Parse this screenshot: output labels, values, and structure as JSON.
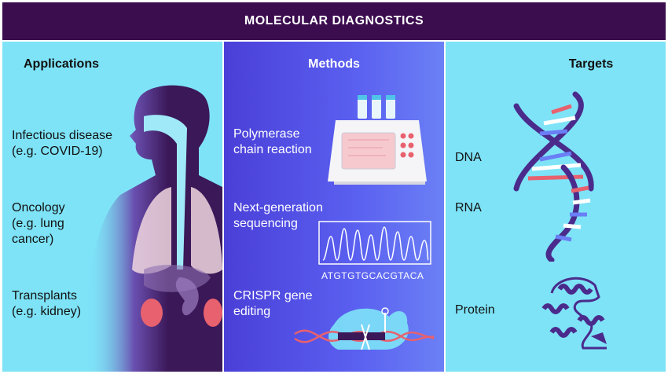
{
  "header": {
    "title": "MOLECULAR DIAGNOSTICS"
  },
  "applications": {
    "title": "Applications",
    "items": [
      {
        "label": "Infectious disease\n(e.g. COVID-19)"
      },
      {
        "label": "Oncology\n(e.g. lung\ncancer)"
      },
      {
        "label": "Transplants\n(e.g. kidney)"
      }
    ]
  },
  "methods": {
    "title": "Methods",
    "items": [
      {
        "label": "Polymerase\nchain reaction"
      },
      {
        "label": "Next-generation\nsequencing"
      },
      {
        "label": "CRISPR gene\nediting"
      }
    ],
    "sequence": "ATGTGTGCACGTACA"
  },
  "targets": {
    "title": "Targets",
    "items": [
      {
        "label": "DNA"
      },
      {
        "label": "RNA"
      },
      {
        "label": "Protein"
      }
    ]
  },
  "colors": {
    "header_bg": "#3b0d4f",
    "side_bg": "#7ee3f7",
    "methods_bg": "#5a60f0",
    "helix_dark": "#4a2b8c",
    "accent_red": "#e8616e"
  }
}
